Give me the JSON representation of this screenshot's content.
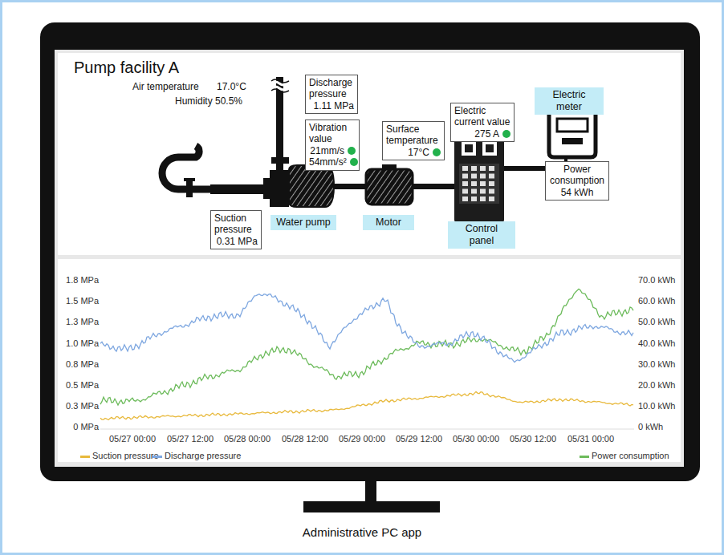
{
  "diagram": {
    "title": "Pump facility A",
    "caption": "Administrative PC app",
    "nodes": [
      {
        "text": [
          "Discharge pressure",
          "1.11 MPa"
        ]
      },
      {
        "text": [
          "Vibration value",
          "21mm/s",
          "54mm/s²"
        ]
      },
      {
        "text": [
          "Surface temperature",
          "17°C"
        ]
      },
      {
        "text": [
          "Electric current value",
          "275 A"
        ]
      },
      {
        "text": [
          "Electric meter"
        ]
      },
      {
        "text": [
          "Power consumption",
          "54 kWh"
        ]
      },
      {
        "text": [
          "Suction pressure",
          "0.31 MPa"
        ]
      },
      {
        "text": [
          "Water pump"
        ]
      },
      {
        "text": [
          "Motor"
        ]
      },
      {
        "text": [
          "Control panel"
        ]
      }
    ],
    "labels": [
      "Air temperature",
      "17.0°C",
      "Humidity",
      "50.5%",
      "1.8 MPa",
      "1.5 MPa",
      "1.3 MPa",
      "1.0 MPa",
      "0.8 MPa",
      "0.5 MPa",
      "0.3 MPa",
      "0 MPa",
      "70.0 kWh",
      "60.0 kWh",
      "50.0 kWh",
      "40.0 kWh",
      "30.0 kWh",
      "20.0 kWh",
      "10.0 kWh",
      "0 kWh",
      "05/27 00:00",
      "05/27 12:00",
      "05/28 00:00",
      "05/28 12:00",
      "05/29 00:00",
      "05/29 12:00",
      "05/30 00:00",
      "05/30 12:00",
      "05/31 00:00"
    ],
    "legend": [
      {
        "text": "Suction pressure",
        "color": "#e8b93c"
      },
      {
        "text": "Discharge pressure",
        "color": "#7ea7e0"
      },
      {
        "text": "Power consumption",
        "color": "#6dbb5c"
      }
    ]
  }
}
